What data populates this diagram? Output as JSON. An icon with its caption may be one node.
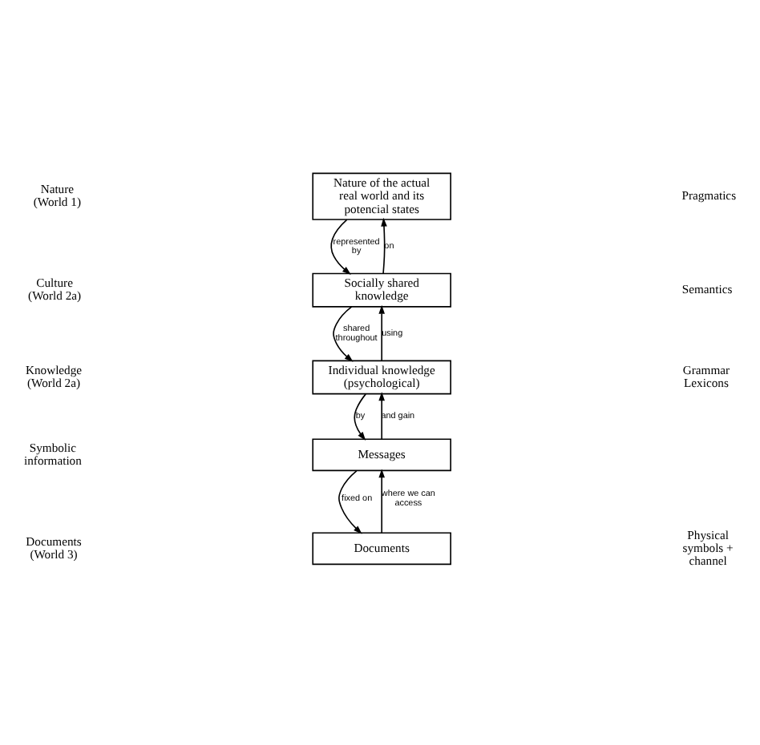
{
  "diagram": {
    "nodes": [
      {
        "text": [
          "Nature of the actual real world and its potencial states"
        ]
      },
      {
        "text": [
          "Socially shared knowledge"
        ]
      },
      {
        "text": [
          "Individual knowledge (psychological)"
        ]
      },
      {
        "text": [
          "Messages"
        ]
      },
      {
        "text": [
          "Documents"
        ]
      }
    ],
    "edges": [
      {
        "from": 0,
        "to": 1,
        "arrow": "to",
        "label": "represented by"
      },
      {
        "from": 1,
        "to": 0,
        "arrow": "to",
        "label": "on"
      },
      {
        "from": 1,
        "to": 2,
        "arrow": "to",
        "label": "shared throughout"
      },
      {
        "from": 2,
        "to": 1,
        "arrow": "to",
        "label": "using"
      },
      {
        "from": 2,
        "to": 3,
        "arrow": "to",
        "label": "by"
      },
      {
        "from": 3,
        "to": 2,
        "arrow": "to",
        "label": "and gain"
      },
      {
        "from": 3,
        "to": 4,
        "arrow": "to",
        "label": "fixed on"
      },
      {
        "from": 4,
        "to": 3,
        "arrow": "to",
        "label": "where we can access"
      }
    ],
    "labels": [
      "Nature (World 1)",
      "Pragmatics",
      "Culture (World 2a)",
      "Semantics",
      "Knowledge (World 2a)",
      "Grammar Lexicons",
      "Symbolic information",
      "Documents (World 3)",
      "Physical symbols + channel"
    ]
  }
}
